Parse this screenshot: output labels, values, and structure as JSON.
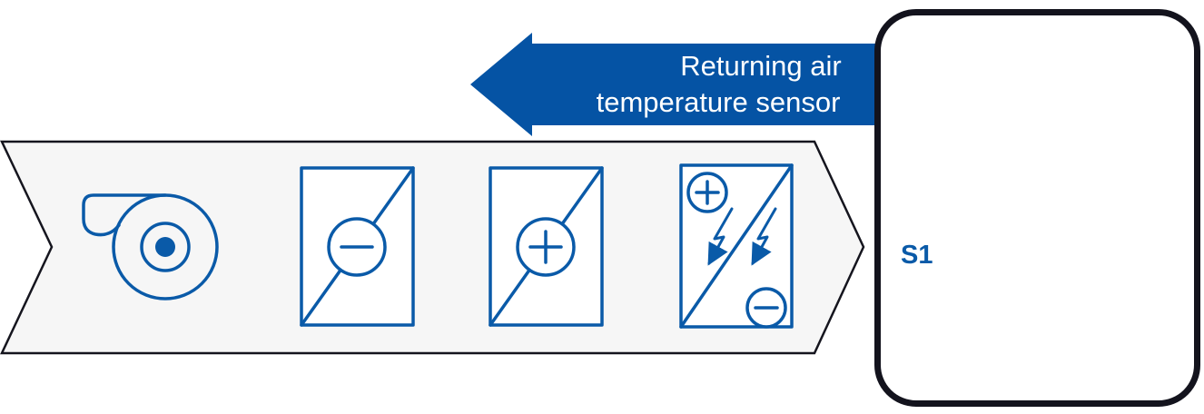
{
  "diagram": {
    "sensor_arrow": {
      "label_line1": "Returning air",
      "label_line2": "temperature sensor"
    },
    "unit": {
      "label": "S1"
    },
    "colors": {
      "icon_blue": "#0a5aa8",
      "arrow_blue": "#0553a4",
      "outline_dark": "#15151e",
      "banner_fill": "#f6f6f6",
      "arrow_label_text": "#ffffff"
    },
    "icons": [
      {
        "name": "fan-icon"
      },
      {
        "name": "cooling-coil-icon",
        "symbol": "−"
      },
      {
        "name": "heating-coil-icon",
        "symbol": "+"
      },
      {
        "name": "electric-heater-icon",
        "symbol": "+ − flash"
      }
    ]
  }
}
